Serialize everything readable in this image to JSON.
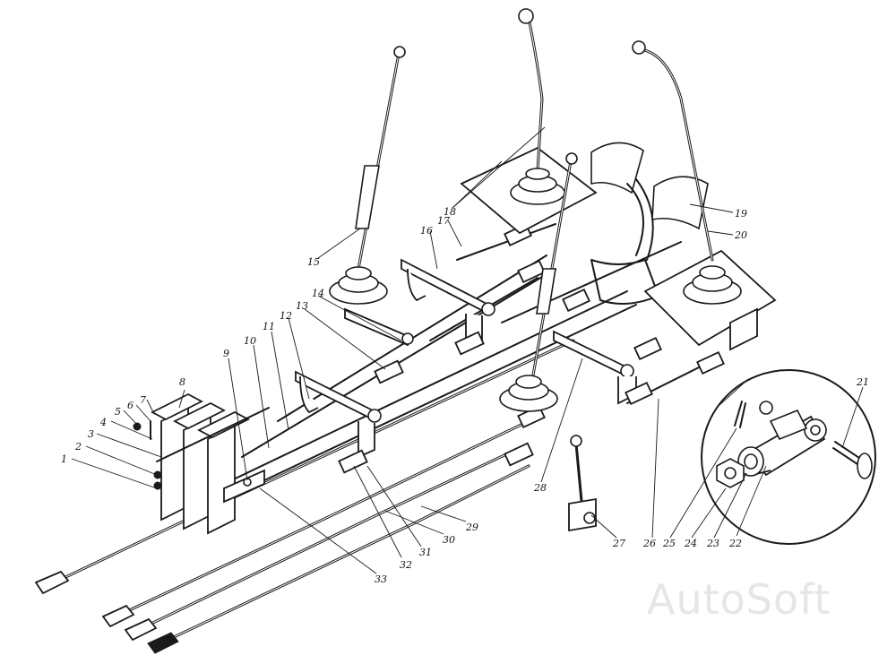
{
  "figure": {
    "watermark": "AutoSoft"
  },
  "callouts": [
    {
      "id": "c1",
      "label": "1"
    },
    {
      "id": "c2",
      "label": "2"
    },
    {
      "id": "c3",
      "label": "3"
    },
    {
      "id": "c4",
      "label": "4"
    },
    {
      "id": "c5",
      "label": "5"
    },
    {
      "id": "c6",
      "label": "6"
    },
    {
      "id": "c7",
      "label": "7"
    },
    {
      "id": "c8",
      "label": "8"
    },
    {
      "id": "c9",
      "label": "9"
    },
    {
      "id": "c10",
      "label": "10"
    },
    {
      "id": "c11",
      "label": "11"
    },
    {
      "id": "c12",
      "label": "12"
    },
    {
      "id": "c13",
      "label": "13"
    },
    {
      "id": "c14",
      "label": "14"
    },
    {
      "id": "c15",
      "label": "15"
    },
    {
      "id": "c16",
      "label": "16"
    },
    {
      "id": "c17",
      "label": "17"
    },
    {
      "id": "c18",
      "label": "18"
    },
    {
      "id": "c19",
      "label": "19"
    },
    {
      "id": "c20",
      "label": "20"
    },
    {
      "id": "c21",
      "label": "21"
    },
    {
      "id": "c22",
      "label": "22"
    },
    {
      "id": "c23",
      "label": "23"
    },
    {
      "id": "c24",
      "label": "24"
    },
    {
      "id": "c25",
      "label": "25"
    },
    {
      "id": "c26",
      "label": "26"
    },
    {
      "id": "c27",
      "label": "27"
    },
    {
      "id": "c28",
      "label": "28"
    },
    {
      "id": "c29",
      "label": "29"
    },
    {
      "id": "c30",
      "label": "30"
    },
    {
      "id": "c31",
      "label": "31"
    },
    {
      "id": "c32",
      "label": "32"
    },
    {
      "id": "c33",
      "label": "33"
    }
  ]
}
